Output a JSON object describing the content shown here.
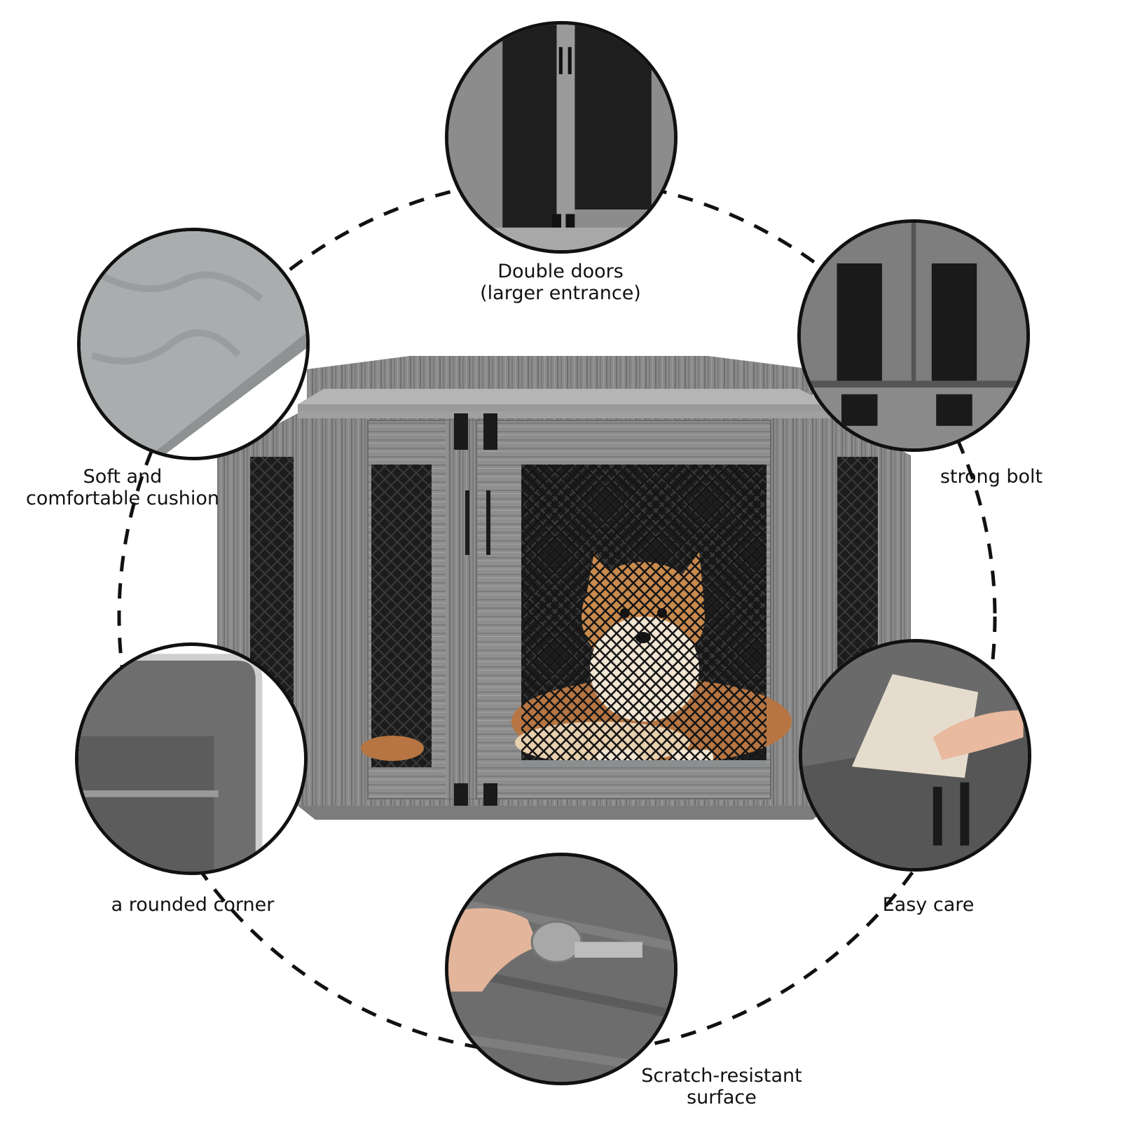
{
  "features": {
    "top": {
      "line1": "Double doors",
      "line2": "(larger entrance)"
    },
    "upper_left": {
      "line1": "Soft and",
      "line2": "comfortable cushion"
    },
    "upper_right": {
      "line1": "strong bolt"
    },
    "lower_left": {
      "line1": "a rounded corner"
    },
    "lower_right": {
      "line1": "Easy care"
    },
    "bottom": {
      "line1": "Scratch-resistant",
      "line2": "surface"
    }
  },
  "colors": {
    "wood": "#8a8a8a",
    "wood_dark": "#5e5e5e",
    "mesh": "#1c1c1c",
    "cushion": "#a9adae",
    "dog": "#c98a4e",
    "outline": "#111111"
  }
}
